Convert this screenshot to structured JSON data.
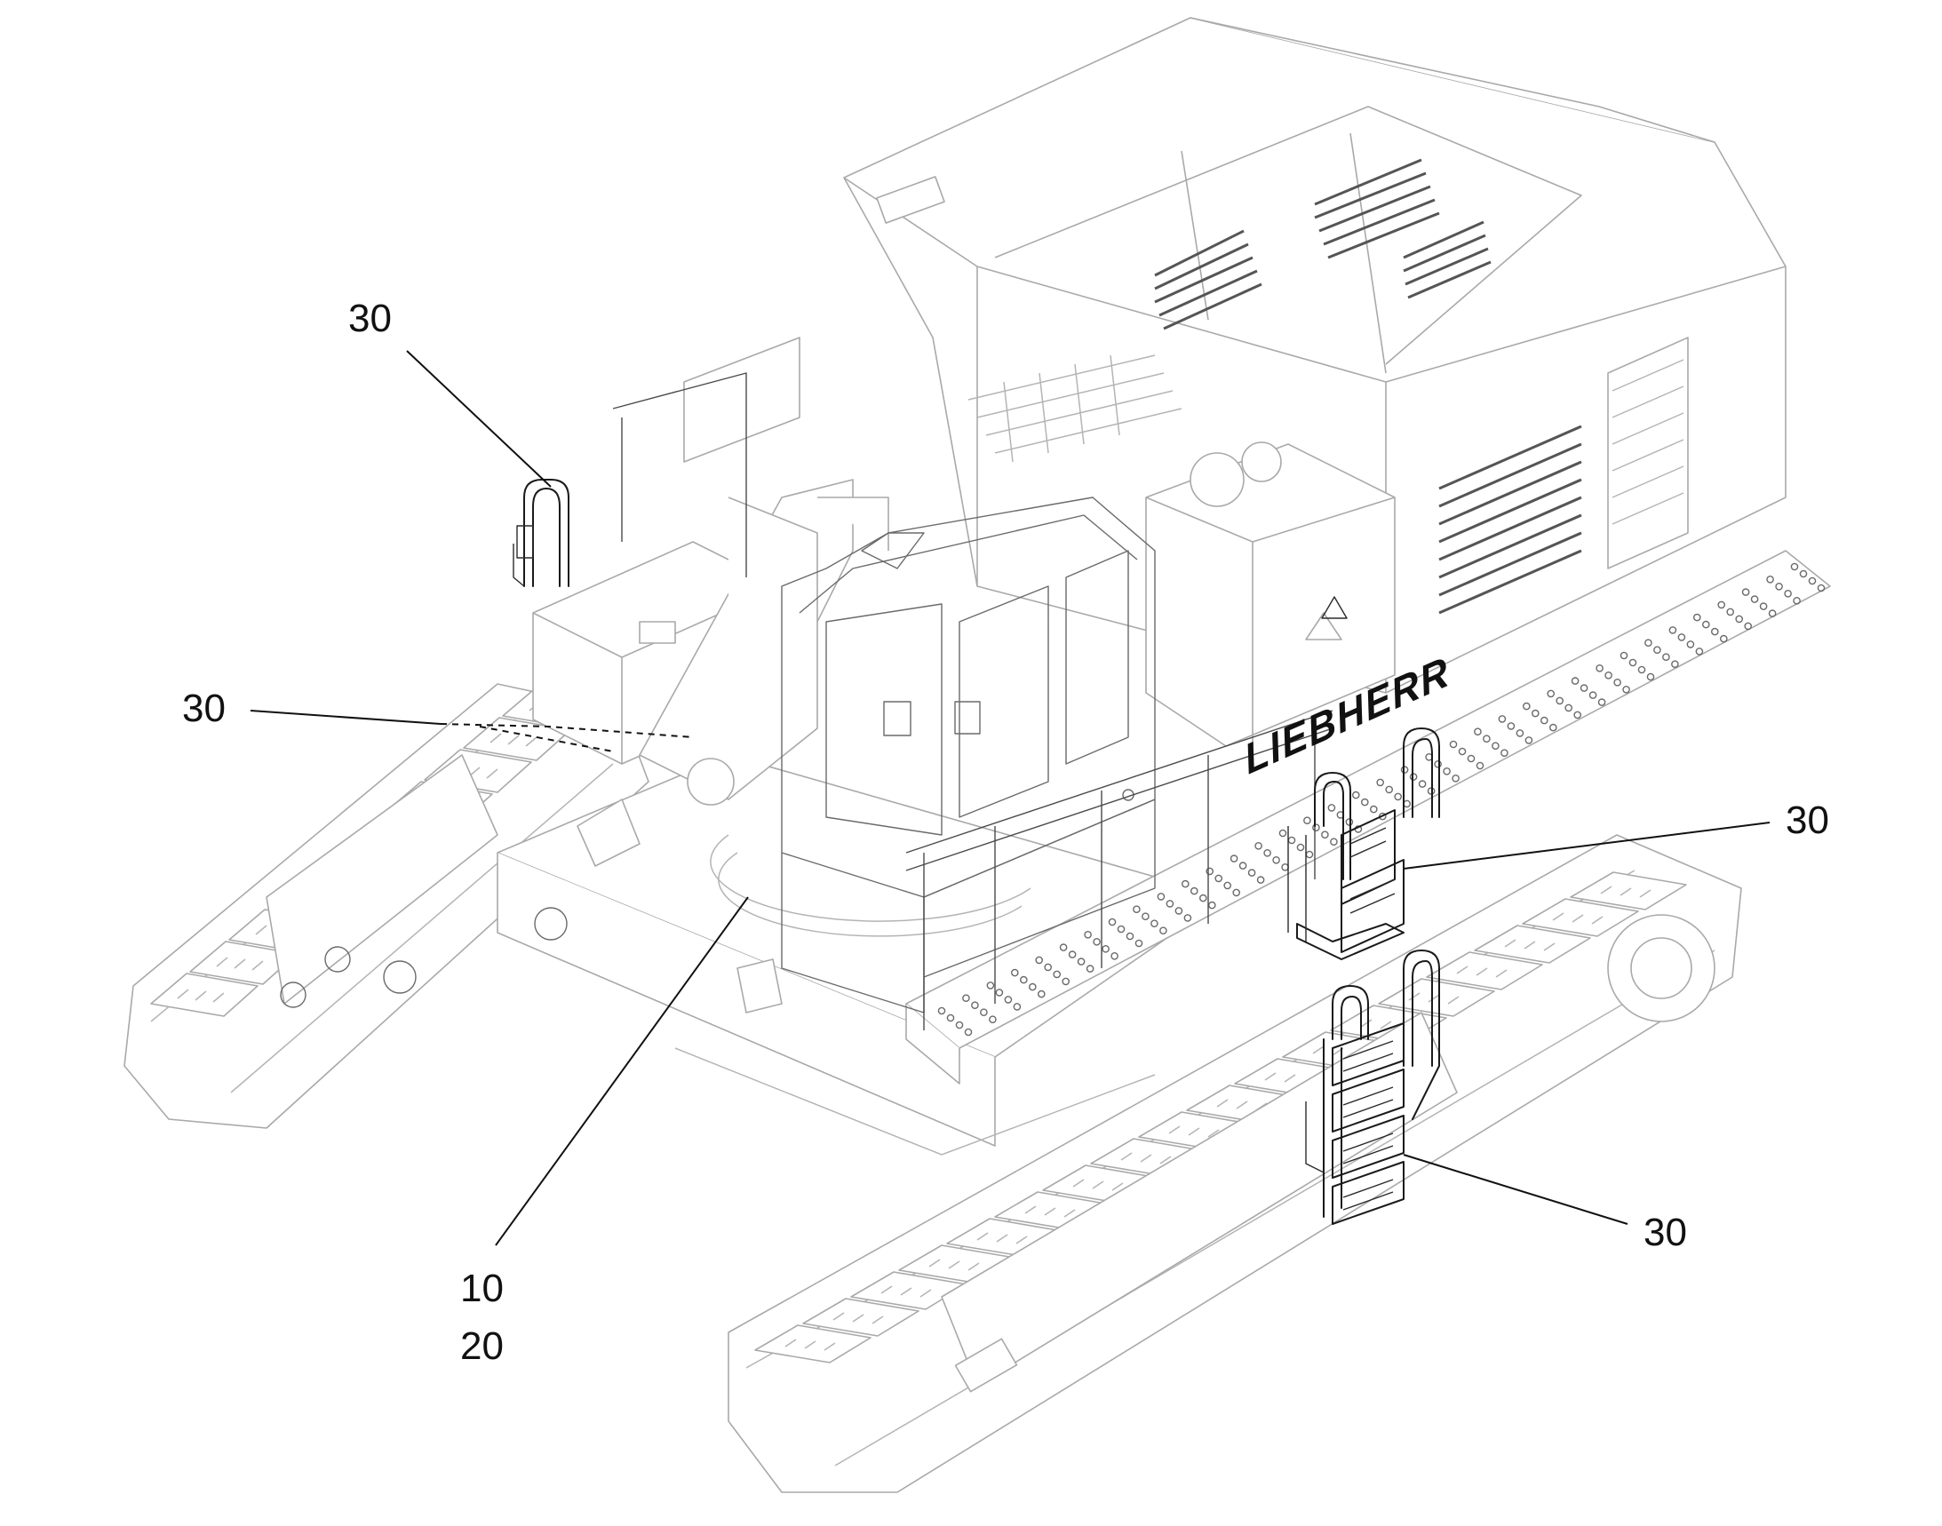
{
  "brand": {
    "logo_text": "LIEBHERR"
  },
  "callouts": [
    {
      "id": "ladder-rear-left",
      "label": "30"
    },
    {
      "id": "ladder-left-track",
      "label": "30"
    },
    {
      "id": "ladder-right-upper",
      "label": "30"
    },
    {
      "id": "ladder-right-lower",
      "label": "30"
    },
    {
      "id": "cab-ref-a",
      "label": "10"
    },
    {
      "id": "cab-ref-b",
      "label": "20"
    }
  ],
  "colors": {
    "ink": "#1a1a1a",
    "ghost": "#a9a9a9",
    "background": "#ffffff"
  }
}
